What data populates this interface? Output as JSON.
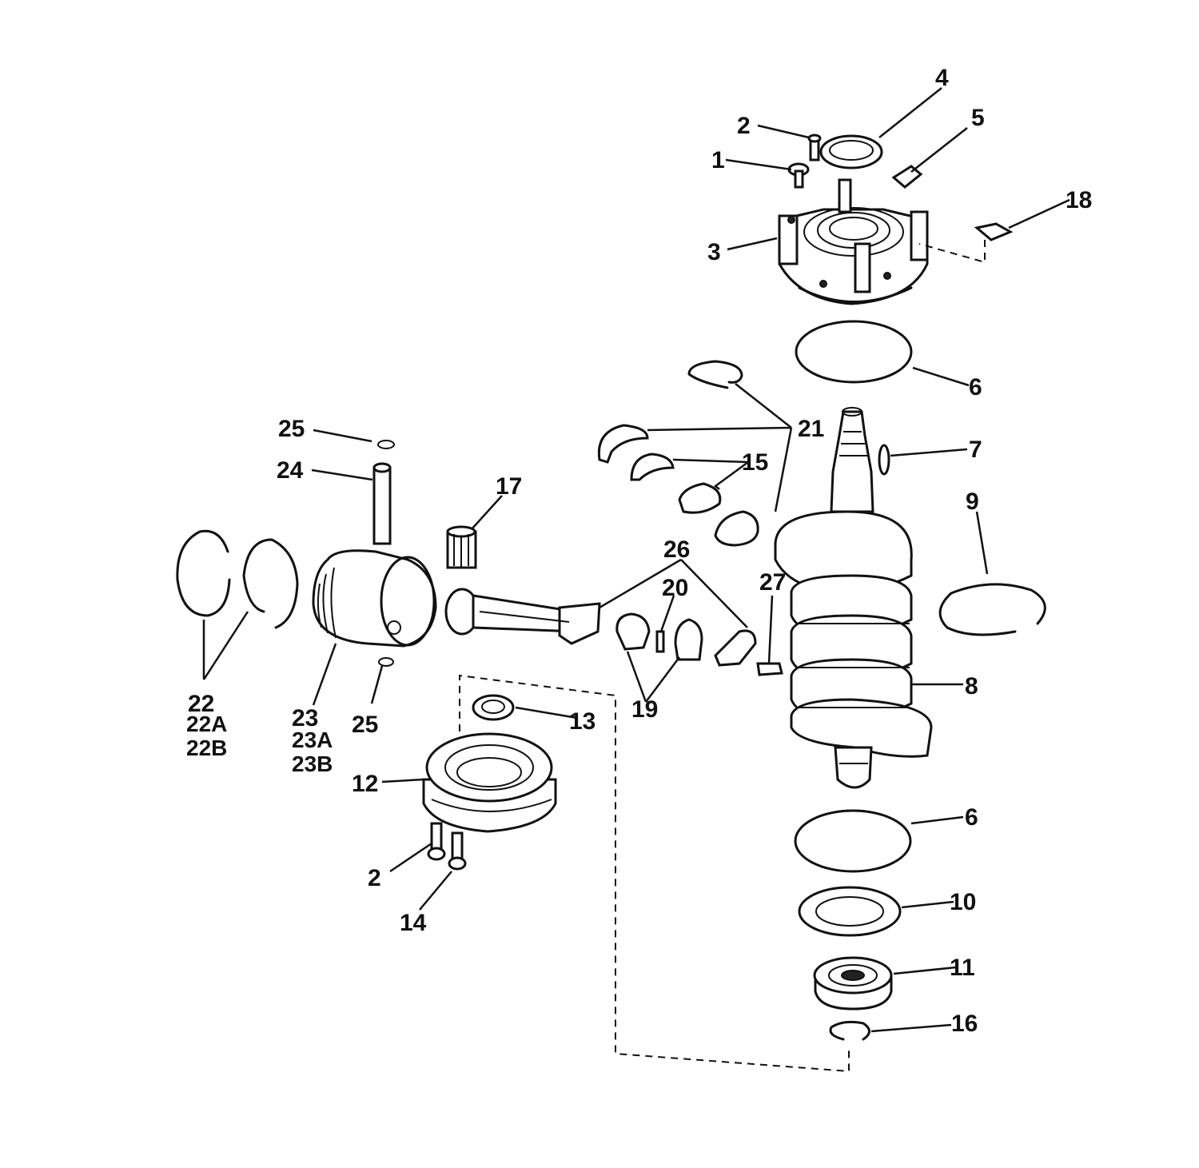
{
  "callouts": {
    "c1": "1",
    "c2_top": "2",
    "c2_bottom": "2",
    "c3": "3",
    "c4": "4",
    "c5": "5",
    "c6_top": "6",
    "c6_bottom": "6",
    "c7": "7",
    "c8": "8",
    "c9": "9",
    "c10": "10",
    "c11": "11",
    "c12": "12",
    "c13": "13",
    "c14": "14",
    "c15": "15",
    "c16": "16",
    "c17": "17",
    "c18": "18",
    "c19": "19",
    "c20": "20",
    "c21": "21",
    "c22": "22",
    "c22a": "22A",
    "c22b": "22B",
    "c23": "23",
    "c23a": "23A",
    "c23b": "23B",
    "c24": "24",
    "c25_top": "25",
    "c25_bottom": "25",
    "c26": "26",
    "c27": "27"
  }
}
